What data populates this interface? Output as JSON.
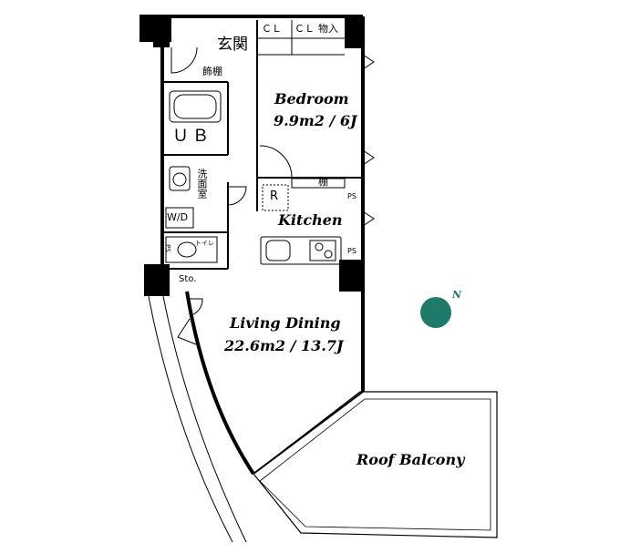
{
  "rooms": {
    "entrance": "玄関",
    "shoe_cabinet": "飾棚",
    "closet_1": "ＣＬ",
    "closet_2": "ＣＬ",
    "storage": "物入",
    "bedroom_name": "Bedroom",
    "bedroom_area": "9.9m2 / 6J",
    "unit_bath": "ＵＢ",
    "washroom": "洗面室",
    "washer": "W/D",
    "toilet": "トイレ",
    "ps_left": "PS",
    "storeroom": "Sto.",
    "shelf": "棚",
    "fridge": "R",
    "ps_kitchen_1": "PS",
    "ps_kitchen_2": "PS",
    "kitchen": "Kitchen",
    "living_name": "Living Dining",
    "living_area": "22.6m2 / 13.7J",
    "balcony": "Roof Balcony"
  },
  "compass": {
    "label": "N",
    "color": "#1f7a6a"
  }
}
